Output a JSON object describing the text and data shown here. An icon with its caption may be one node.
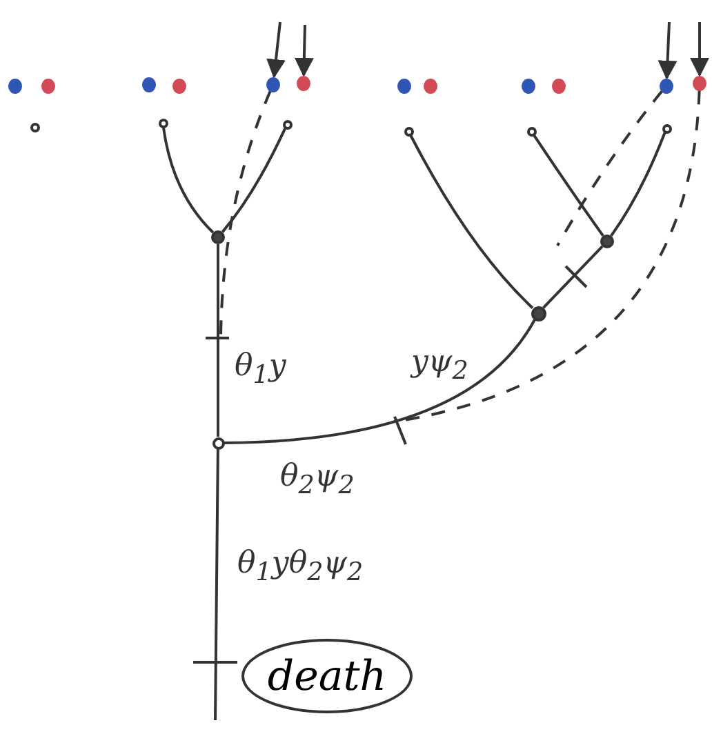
{
  "diagram": {
    "nodes": [
      {
        "text": [],
        "shape": "circle"
      },
      {
        "text": [],
        "shape": "circle"
      },
      {
        "text": [],
        "shape": "circle"
      },
      {
        "text": [],
        "shape": "circle"
      },
      {
        "text": [],
        "shape": "circle"
      },
      {
        "text": [],
        "shape": "circle"
      },
      {
        "text": [],
        "shape": "circle"
      },
      {
        "text": [],
        "shape": "circle"
      },
      {
        "text": [],
        "shape": "circle"
      },
      {
        "text": [],
        "shape": "circle"
      },
      {
        "text": [],
        "shape": "circle"
      },
      {
        "text": [],
        "shape": "circle"
      },
      {
        "text": [],
        "shape": "circle"
      },
      {
        "text": [],
        "shape": "circle"
      },
      {
        "text": [],
        "shape": "circle"
      },
      {
        "text": [],
        "shape": "circle"
      },
      {
        "text": [],
        "shape": "circle"
      },
      {
        "text": [],
        "shape": "circle"
      },
      {
        "text": [],
        "shape": "circle"
      },
      {
        "text": [],
        "shape": "circle"
      },
      {
        "text": [],
        "shape": "circle"
      },
      {
        "text": [],
        "shape": "circle"
      },
      {
        "text": [
          "death"
        ]
      }
    ],
    "edges": [
      {
        "from": 13,
        "to": 18,
        "arrow": "none"
      },
      {
        "from": 14,
        "to": 18,
        "arrow": "none"
      },
      {
        "from": 15,
        "to": 20,
        "arrow": "none"
      },
      {
        "from": 16,
        "to": 19,
        "arrow": "none"
      },
      {
        "from": 17,
        "to": 19,
        "arrow": "none"
      },
      {
        "from": 19,
        "to": 20,
        "arrow": "none"
      },
      {
        "from": 18,
        "to": 21,
        "arrow": "none"
      },
      {
        "from": 20,
        "to": 21,
        "arrow": "none"
      },
      {
        "from": 21,
        "to": null,
        "arrow": "none"
      },
      {
        "from": 4,
        "to": null,
        "arrow": "none",
        "style": "dashed"
      },
      {
        "from": 10,
        "to": null,
        "arrow": "none",
        "style": "dashed"
      },
      {
        "from": 11,
        "to": null,
        "arrow": "none",
        "style": "dashed"
      },
      {
        "from": null,
        "to": 4,
        "arrow": "to"
      },
      {
        "from": null,
        "to": 5,
        "arrow": "to"
      },
      {
        "from": null,
        "to": 10,
        "arrow": "to"
      },
      {
        "from": null,
        "to": 11,
        "arrow": "to"
      }
    ],
    "labels": [
      "θ$_{1}$y",
      "yψ$_{2}$",
      "θ$_{2}$ψ$_{2}$",
      "θ$_{1}$yθ$_{2}$ψ$_{2}$"
    ]
  }
}
